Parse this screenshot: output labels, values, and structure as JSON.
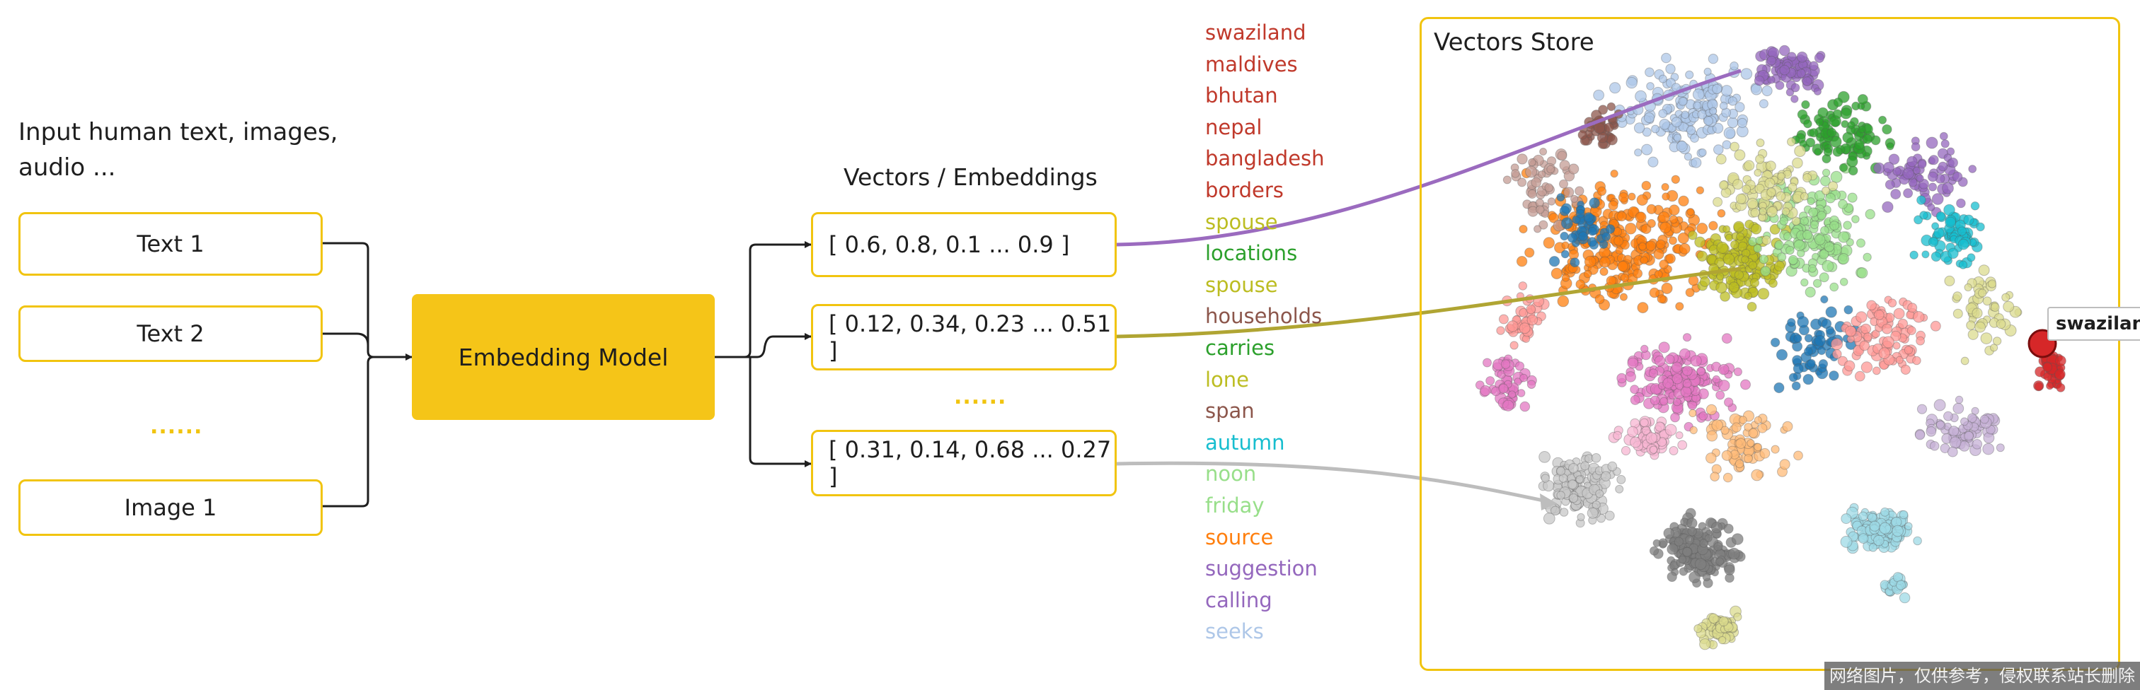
{
  "input_label": "Input human text, images, audio ...",
  "inputs": [
    "Text 1",
    "Text 2",
    "Image 1"
  ],
  "input_ellipsis": "......",
  "model_label": "Embedding Model",
  "vectors_title": "Vectors / Embeddings",
  "vectors": [
    "[ 0.6, 0.8, 0.1 ... 0.9 ]",
    "[ 0.12, 0.34, 0.23 ... 0.51 ]",
    "[ 0.31, 0.14, 0.68 ... 0.27 ]"
  ],
  "vectors_ellipsis": "......",
  "words": [
    {
      "text": "swaziland",
      "color": "#c0392b"
    },
    {
      "text": "maldives",
      "color": "#c0392b"
    },
    {
      "text": "bhutan",
      "color": "#c0392b"
    },
    {
      "text": "nepal",
      "color": "#c0392b"
    },
    {
      "text": "bangladesh",
      "color": "#c0392b"
    },
    {
      "text": "borders",
      "color": "#c0392b"
    },
    {
      "text": "spouse",
      "color": "#bcbd22"
    },
    {
      "text": "locations",
      "color": "#2ca02c"
    },
    {
      "text": "spouse",
      "color": "#bcbd22"
    },
    {
      "text": "households",
      "color": "#8c564b"
    },
    {
      "text": "carries",
      "color": "#2ca02c"
    },
    {
      "text": "lone",
      "color": "#bcbd22"
    },
    {
      "text": "span",
      "color": "#8c564b"
    },
    {
      "text": "autumn",
      "color": "#17becf"
    },
    {
      "text": "noon",
      "color": "#98df8a"
    },
    {
      "text": "friday",
      "color": "#98df8a"
    },
    {
      "text": "source",
      "color": "#ff7f0e"
    },
    {
      "text": "suggestion",
      "color": "#9467bd"
    },
    {
      "text": "calling",
      "color": "#9467bd"
    },
    {
      "text": "seeks",
      "color": "#aec7e8"
    }
  ],
  "store_title": "Vectors Store",
  "highlight_label": "swaziland",
  "watermark": "网络图片，仅供参考，侵权联系站长删除",
  "colors": {
    "accent": "#f5c518",
    "border": "#f1c40f",
    "link_top": "#9b6bbf",
    "link_mid": "#b0a533",
    "link_bottom": "#bdbdbd",
    "highlight": "#d62728"
  }
}
